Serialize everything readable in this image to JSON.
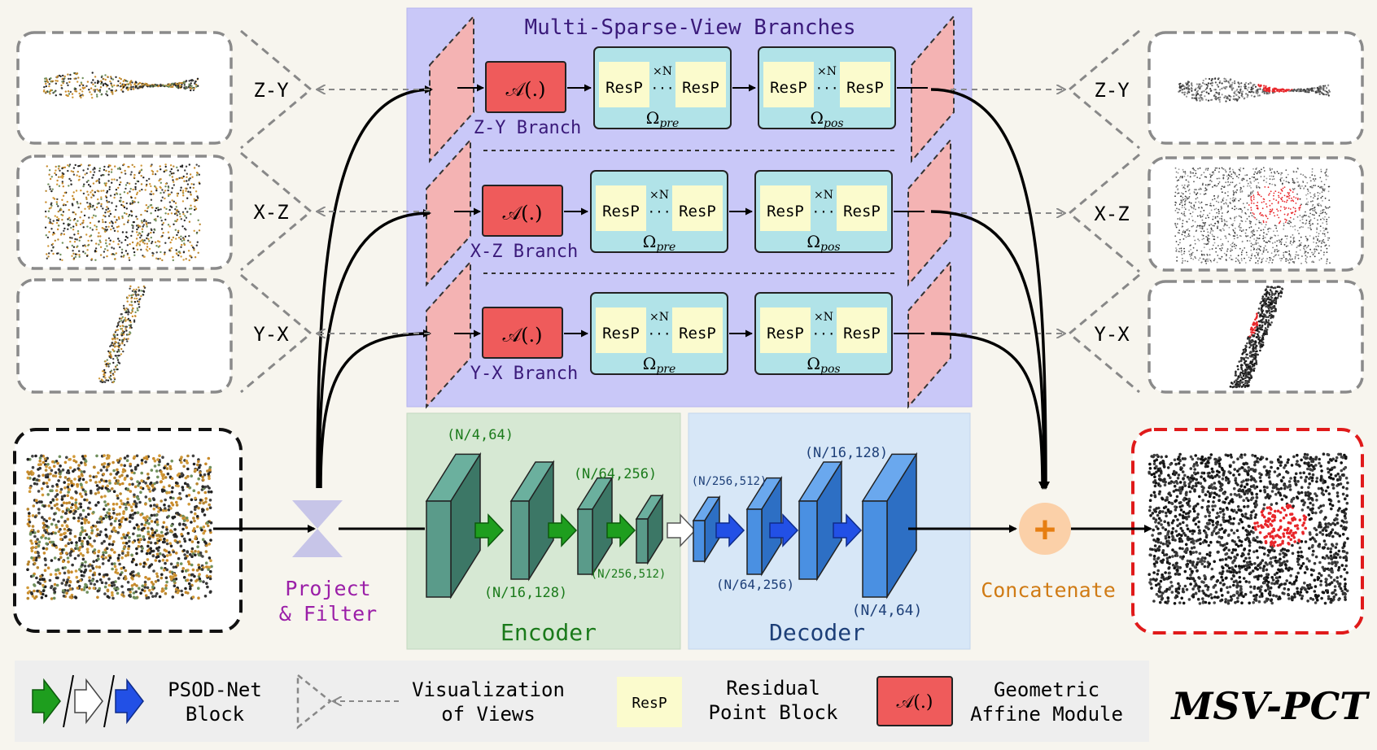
{
  "branches_panel": {
    "title": "Multi-Sparse-View Branches",
    "branches": [
      {
        "label": "Z-Y Branch",
        "view": "Z-Y",
        "pre": "Ωpre",
        "pos": "Ωpos"
      },
      {
        "label": "X-Z Branch",
        "view": "X-Z",
        "pre": "Ωpre",
        "pos": "Ωpos"
      },
      {
        "label": "Y-X Branch",
        "view": "Y-X",
        "pre": "Ωpre",
        "pos": "Ωpos"
      }
    ],
    "affine_label": "𝒜(.)",
    "resp_label": "ResP",
    "times_n": "×N",
    "dots": "···",
    "omega": "Ω",
    "pre_sub": "pre",
    "pos_sub": "pos"
  },
  "project_filter": {
    "line1": "Project",
    "line2": "& Filter"
  },
  "encoder": {
    "title": "Encoder",
    "dims": [
      "(N/4,64)",
      "(N/16,128)",
      "(N/64,256)",
      "(N/256,512)"
    ]
  },
  "decoder": {
    "title": "Decoder",
    "dims": [
      "(N/256,512)",
      "(N/64,256)",
      "(N/16,128)",
      "(N/4,64)"
    ]
  },
  "concatenate": {
    "label": "Concatenate",
    "symbol": "+"
  },
  "legend": {
    "psod_line1": "PSOD-Net",
    "psod_line2": "Block",
    "vis_line1": "Visualization",
    "vis_line2": "of Views",
    "resp_box": "ResP",
    "resp_line1": "Residual",
    "resp_line2": "Point Block",
    "affine_box": "𝒜(.)",
    "affine_line1": "Geometric",
    "affine_line2": "Affine Module"
  },
  "brand": "MSV-PCT",
  "colors": {
    "panel_purple": "#c9c8f8",
    "encoder_bg": "#d6e8d3",
    "decoder_bg": "#d7e7f7",
    "affine_red": "#ef5b5b",
    "resp_yellow": "#fbfbcd",
    "omega_cyan": "#b1e3e8",
    "project_purple": "#9b1fa8",
    "concat_orange": "#d07b15",
    "encoder_green": "#1a7a1a",
    "decoder_navy": "#1d3f78"
  }
}
